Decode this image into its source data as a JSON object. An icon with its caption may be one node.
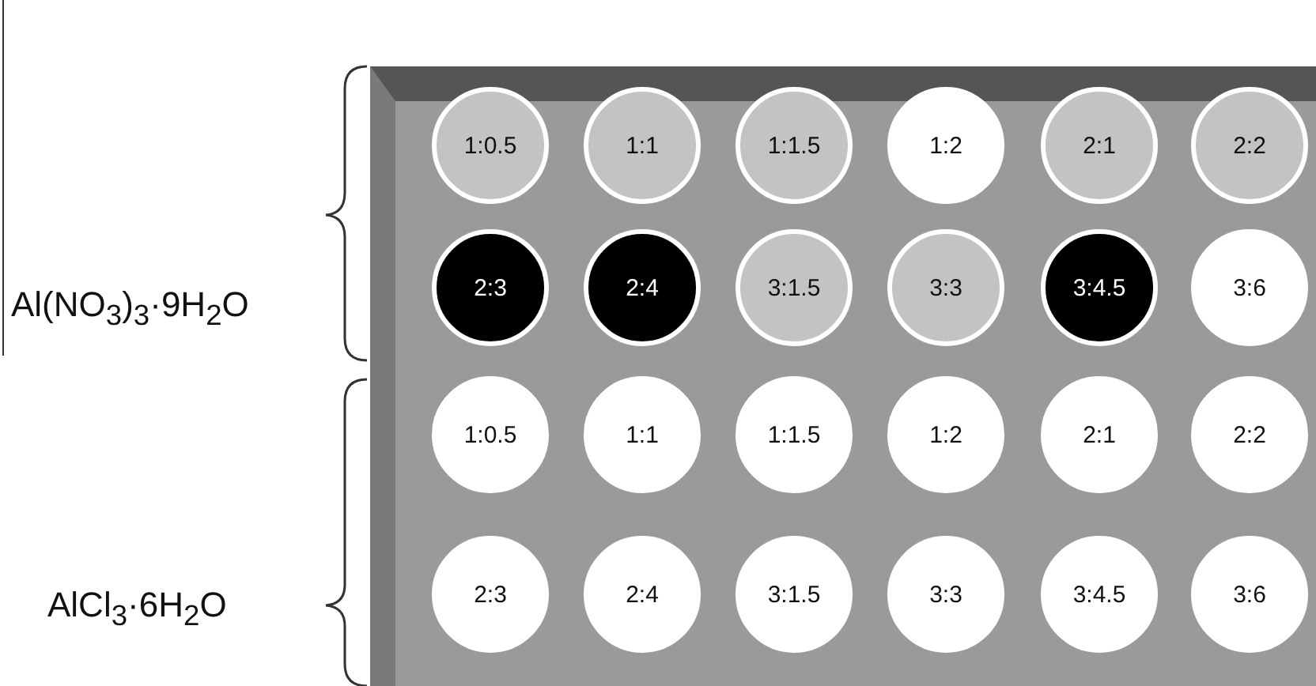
{
  "diagram": {
    "nodes": [
      {
        "text": [],
        "shape": "box"
      },
      {
        "text": [
          "1:0.5"
        ],
        "in": 0
      },
      {
        "text": [
          "1:1"
        ],
        "in": 0
      },
      {
        "text": [
          "1:1.5"
        ],
        "in": 0
      },
      {
        "text": [
          "1:2"
        ],
        "in": 0
      },
      {
        "text": [
          "2:1"
        ],
        "in": 0
      },
      {
        "text": [
          "2:2"
        ],
        "in": 0
      },
      {
        "text": [
          "2:3"
        ],
        "in": 0
      },
      {
        "text": [
          "2:4"
        ],
        "in": 0
      },
      {
        "text": [
          "3:1.5"
        ],
        "in": 0
      },
      {
        "text": [
          "3:3"
        ],
        "in": 0
      },
      {
        "text": [
          "3:4.5"
        ],
        "in": 0
      },
      {
        "text": [
          "3:6"
        ],
        "in": 0
      },
      {
        "text": [
          "1:0.5"
        ],
        "in": 0
      },
      {
        "text": [
          "1:1"
        ],
        "in": 0
      },
      {
        "text": [
          "1:1.5"
        ],
        "in": 0
      },
      {
        "text": [
          "1:2"
        ],
        "in": 0
      },
      {
        "text": [
          "2:1"
        ],
        "in": 0
      },
      {
        "text": [
          "2:2"
        ],
        "in": 0
      },
      {
        "text": [
          "2:3"
        ],
        "in": 0
      },
      {
        "text": [
          "2:4"
        ],
        "in": 0
      },
      {
        "text": [
          "3:1.5"
        ],
        "in": 0
      },
      {
        "text": [
          "3:3"
        ],
        "in": 0
      },
      {
        "text": [
          "3:4.5"
        ],
        "in": 0
      },
      {
        "text": [
          "3:6"
        ],
        "in": 0
      }
    ],
    "edges": [],
    "labels": [
      "Al(NO$_{3}$)$_{3}$·9H$_{2}$O",
      "AlCl$_{3}$·6H$_{2}$O"
    ]
  }
}
